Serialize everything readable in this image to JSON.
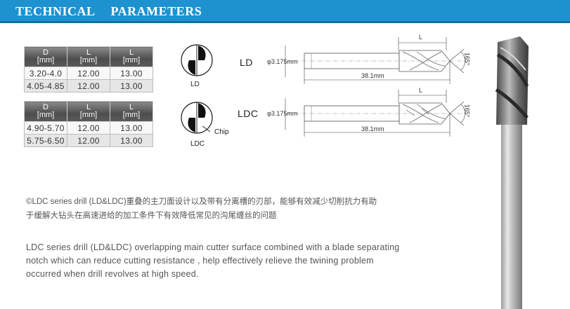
{
  "header": {
    "title": "TECHNICAL PARAMETERS"
  },
  "tables": [
    {
      "headers": [
        {
          "top": "D",
          "bottom": "[mm]"
        },
        {
          "top": "L",
          "bottom": "[mm]"
        },
        {
          "top": "L",
          "bottom": "[mm]"
        }
      ],
      "rows": [
        [
          "3.20-4.0",
          "12.00",
          "13.00"
        ],
        [
          "4.05-4.85",
          "12.00",
          "13.00"
        ]
      ]
    },
    {
      "headers": [
        {
          "top": "D",
          "bottom": "[mm]"
        },
        {
          "top": "L",
          "bottom": "[mm]"
        },
        {
          "top": "L",
          "bottom": "[mm]"
        }
      ],
      "rows": [
        [
          "4.90-5.70",
          "12.00",
          "13.00"
        ],
        [
          "5.75-6.50",
          "12.00",
          "13.00"
        ]
      ]
    }
  ],
  "cross_sections": [
    {
      "caption": "LD",
      "chip_label": ""
    },
    {
      "caption": "LDC",
      "chip_label": "Chip"
    }
  ],
  "drawings": [
    {
      "type_label": "LD",
      "shank_dia": "φ3.175mm",
      "flute_len": "L",
      "total_len": "38.1mm",
      "angle": "165°"
    },
    {
      "type_label": "LDC",
      "shank_dia": "φ3.175mm",
      "flute_len": "L",
      "total_len": "38.1mm",
      "angle": "165°"
    }
  ],
  "description": {
    "cn_line1": "©LDC series drill (LD&LDC)重叠的主刀面设计以及带有分离槽的刃部，能够有效减少切削抗力有助",
    "cn_line2": "于缓解大钻头在高速进给的加工条件下有效降低常见的沟尾缠丝的问题",
    "en_line1": "LDC series drill (LD&LDC) overlapping main cutter surface combined with a blade separating",
    "en_line2": "notch which can reduce cutting resistance , help effectively relieve the twining problem",
    "en_line3": "occurred when drill revolves at high speed."
  }
}
